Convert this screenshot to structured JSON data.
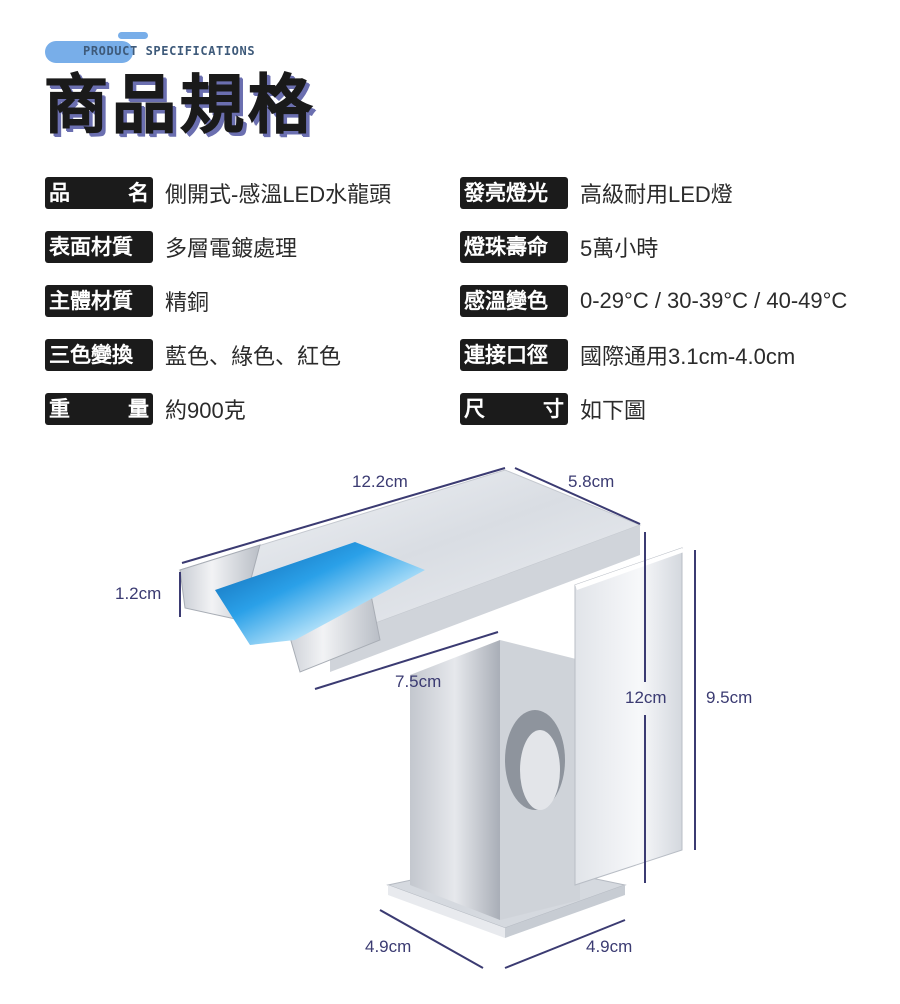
{
  "header": {
    "subtitle_en": "PRODUCT SPECIFICATIONS",
    "title": "商品規格",
    "accent_color": "#78aee9",
    "title_shadow_color": "#6b6fb0"
  },
  "specs_left": [
    {
      "label_chars": [
        "品",
        "名"
      ],
      "value": "側開式-感溫LED水龍頭"
    },
    {
      "label_chars": [
        "表面材質"
      ],
      "value": "多層電鍍處理"
    },
    {
      "label_chars": [
        "主體材質"
      ],
      "value": "精銅"
    },
    {
      "label_chars": [
        "三色變換"
      ],
      "value": "藍色、綠色、紅色"
    },
    {
      "label_chars": [
        "重",
        "量"
      ],
      "value": "約900克"
    }
  ],
  "specs_right": [
    {
      "label_chars": [
        "發亮燈光"
      ],
      "value": "高級耐用LED燈"
    },
    {
      "label_chars": [
        "燈珠壽命"
      ],
      "value": "5萬小時"
    },
    {
      "label_chars": [
        "感溫變色"
      ],
      "value": "0-29°C / 30-39°C / 40-49°C"
    },
    {
      "label_chars": [
        "連接口徑"
      ],
      "value": "國際通用3.1cm-4.0cm"
    },
    {
      "label_chars": [
        "尺",
        "寸"
      ],
      "value": "如下圖"
    }
  ],
  "dimensions": {
    "spout_length": "12.2cm",
    "top_depth": "5.8cm",
    "spout_height": "1.2cm",
    "spout_reach": "7.5cm",
    "total_height": "12cm",
    "handle_height": "9.5cm",
    "base_width_left": "4.9cm",
    "base_width_right": "4.9cm",
    "line_color": "#3b3b72"
  },
  "product": {
    "image_alt": "chrome LED waterfall faucet",
    "led_color": "#1e8fd6"
  }
}
